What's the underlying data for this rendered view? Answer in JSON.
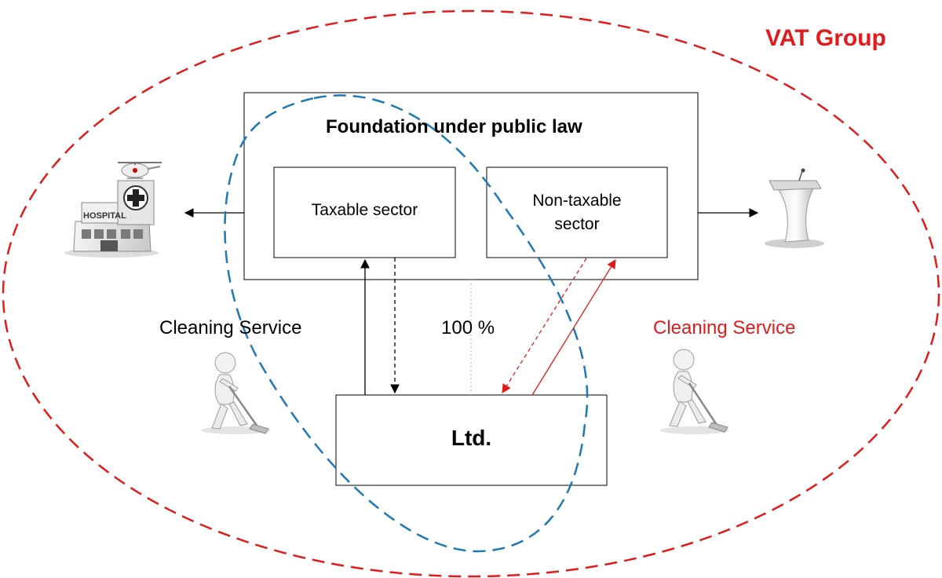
{
  "vat_group": {
    "label": "VAT Group",
    "color": "#e01b1b"
  },
  "foundation": {
    "title": "Foundation under public law",
    "taxable_sector": "Taxable sector",
    "non_taxable_sector": {
      "line1": "Non-taxable",
      "line2": "sector"
    }
  },
  "ltd": {
    "label": "Ltd."
  },
  "ownership": {
    "label": "100 %"
  },
  "cleaning_left": {
    "label": "Cleaning Service",
    "color": "#000000"
  },
  "cleaning_right": {
    "label": "Cleaning Service",
    "color": "#e01b1b"
  },
  "icons": {
    "left": "hospital-icon",
    "right": "lectern-icon",
    "cleaners": "cleaning-figure-icon"
  },
  "hospital_sign": "HOSPITAL",
  "colors": {
    "red": "#e01b1b",
    "blue": "#1f77b4",
    "black": "#000000"
  }
}
